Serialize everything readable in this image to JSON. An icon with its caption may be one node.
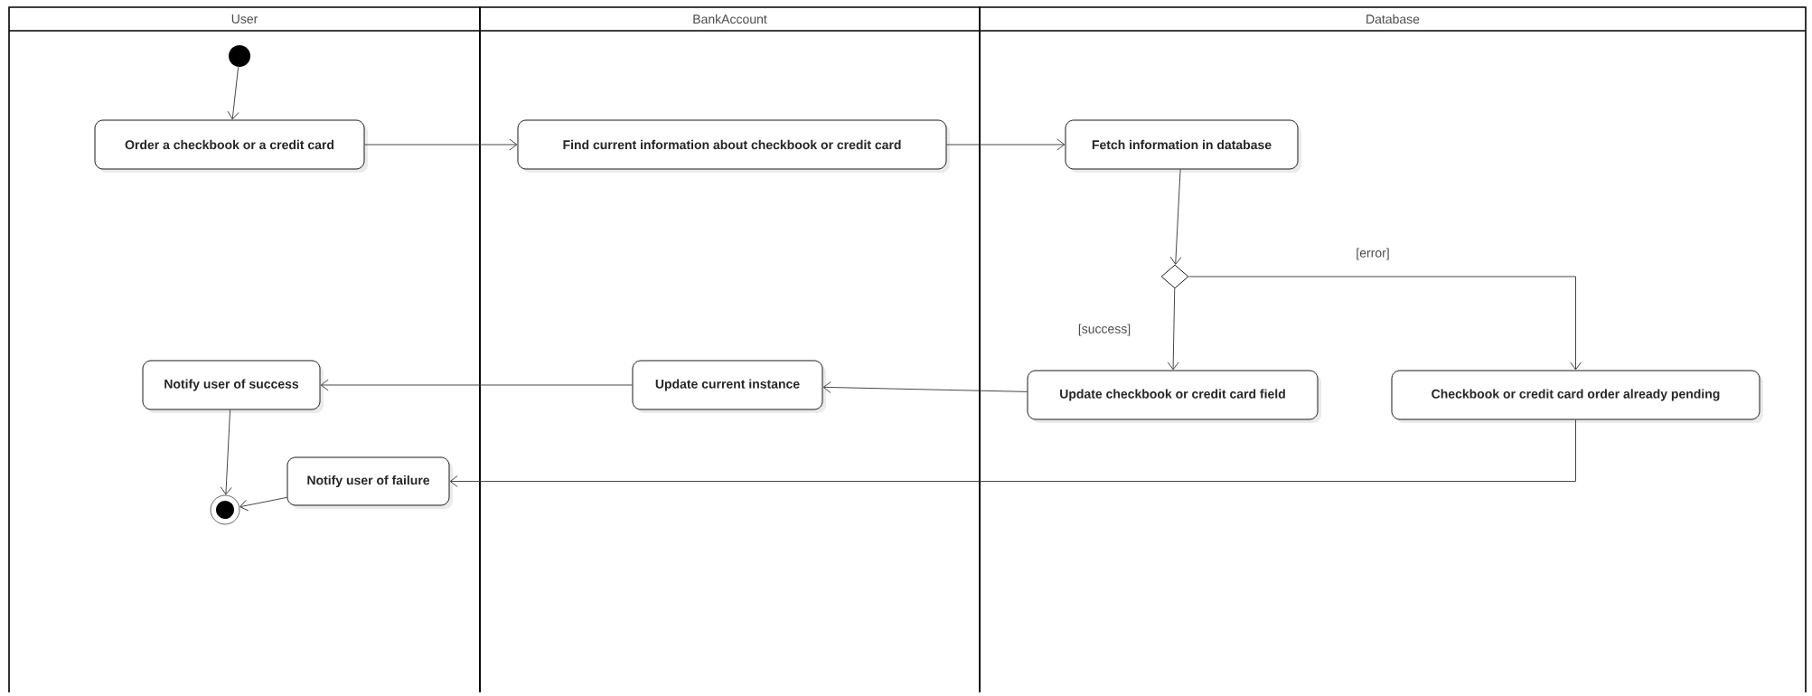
{
  "diagram": {
    "nodes": [
      {
        "text": [
          "User"
        ]
      },
      {
        "text": [
          "BankAccount"
        ]
      },
      {
        "text": [
          "Database"
        ]
      },
      {
        "text": [],
        "shape": "circle",
        "in": 0
      },
      {
        "text": [
          "Order a checkbook or a credit card"
        ],
        "in": 0
      },
      {
        "text": [
          "Find current information about checkbook or credit card"
        ],
        "in": 1
      },
      {
        "text": [
          "Fetch information in database"
        ],
        "in": 2
      },
      {
        "text": [],
        "shape": "diamond",
        "in": 2
      },
      {
        "text": [
          "Update checkbook or credit card field"
        ],
        "in": 2
      },
      {
        "text": [
          "Checkbook or credit card order already pending"
        ],
        "in": 2
      },
      {
        "text": [
          "Update current instance"
        ],
        "in": 1
      },
      {
        "text": [
          "Notify user of success"
        ],
        "in": 0
      },
      {
        "text": [
          "Notify user of failure"
        ],
        "in": 0
      },
      {
        "text": [],
        "shape": "bullseye",
        "in": 0
      }
    ],
    "edges": [
      {
        "from": 3,
        "to": 4,
        "arrow": "to"
      },
      {
        "from": 4,
        "to": 5,
        "arrow": "to"
      },
      {
        "from": 5,
        "to": 6,
        "arrow": "to"
      },
      {
        "from": 6,
        "to": 7,
        "arrow": "to"
      },
      {
        "from": 7,
        "to": 8,
        "arrow": "to",
        "label": "[success]"
      },
      {
        "from": 7,
        "to": 9,
        "arrow": "to",
        "label": "[error]"
      },
      {
        "from": 8,
        "to": 10,
        "arrow": "to"
      },
      {
        "from": 10,
        "to": 11,
        "arrow": "to"
      },
      {
        "from": 9,
        "to": 12,
        "arrow": "to"
      },
      {
        "from": 11,
        "to": 13,
        "arrow": "to"
      },
      {
        "from": 12,
        "to": 13,
        "arrow": "to"
      }
    ]
  }
}
